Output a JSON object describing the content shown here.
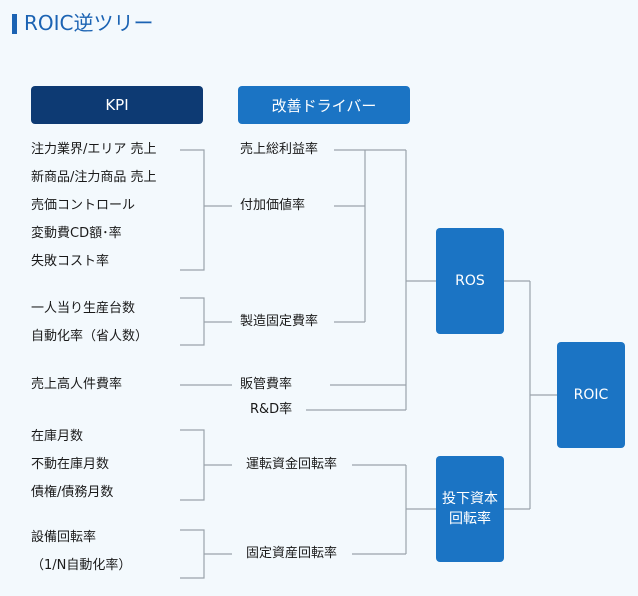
{
  "title": "ROIC逆ツリー",
  "headers": {
    "kpi": "KPI",
    "driver": "改善ドライバー"
  },
  "kpis": [
    "注力業界/エリア 売上",
    "新商品/注力商品 売上",
    "売価コントロール",
    "変動費CD額･率",
    "失敗コスト率",
    "一人当り生産台数",
    "自動化率（省人数）",
    "売上高人件費率",
    "在庫月数",
    "不動在庫月数",
    "債権/債務月数",
    "設備回転率",
    "（1/N自動化率）"
  ],
  "drivers": [
    "売上総利益率",
    "付加価値率",
    "製造固定費率",
    "販管費率",
    "R&D率",
    "運転資金回転率",
    "固定資産回転率"
  ],
  "boxes": {
    "ros": "ROS",
    "tousi_line1": "投下資本",
    "tousi_line2": "回転率",
    "roic": "ROIC"
  },
  "colors": {
    "title": "#1b63b3",
    "kpi_header": "#0d3a73",
    "box": "#1b74c4",
    "connector": "#9aa3ab"
  }
}
